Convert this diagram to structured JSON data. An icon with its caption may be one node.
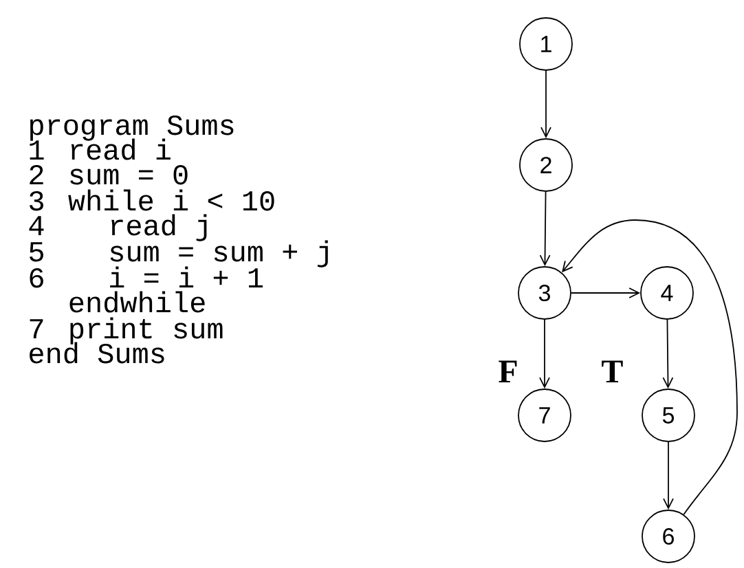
{
  "diagram": {
    "nodes": [
      {
        "text": [
          "1"
        ]
      },
      {
        "text": [
          "2"
        ]
      },
      {
        "text": [
          "3"
        ]
      },
      {
        "text": [
          "4"
        ]
      },
      {
        "text": [
          "5"
        ]
      },
      {
        "text": [
          "6"
        ]
      },
      {
        "text": [
          "7"
        ]
      }
    ],
    "edges": [
      {
        "from": 0,
        "to": 1,
        "arrow": "to"
      },
      {
        "from": 1,
        "to": 2,
        "arrow": "to"
      },
      {
        "from": 2,
        "to": 3,
        "arrow": "to"
      },
      {
        "from": 2,
        "to": 6,
        "arrow": "to"
      },
      {
        "from": 3,
        "to": 4,
        "arrow": "to"
      },
      {
        "from": 4,
        "to": 5,
        "arrow": "to"
      },
      {
        "from": 5,
        "to": 2,
        "arrow": "to"
      }
    ],
    "labels": [
      "program Sums",
      "1",
      "read i",
      "2",
      "sum = 0",
      "3",
      "while i < 10",
      "4",
      "read j",
      "5",
      "sum = sum + j",
      "6",
      "i = i + 1",
      "endwhile",
      "7",
      "print sum",
      "end Sums",
      "F",
      "T"
    ]
  }
}
